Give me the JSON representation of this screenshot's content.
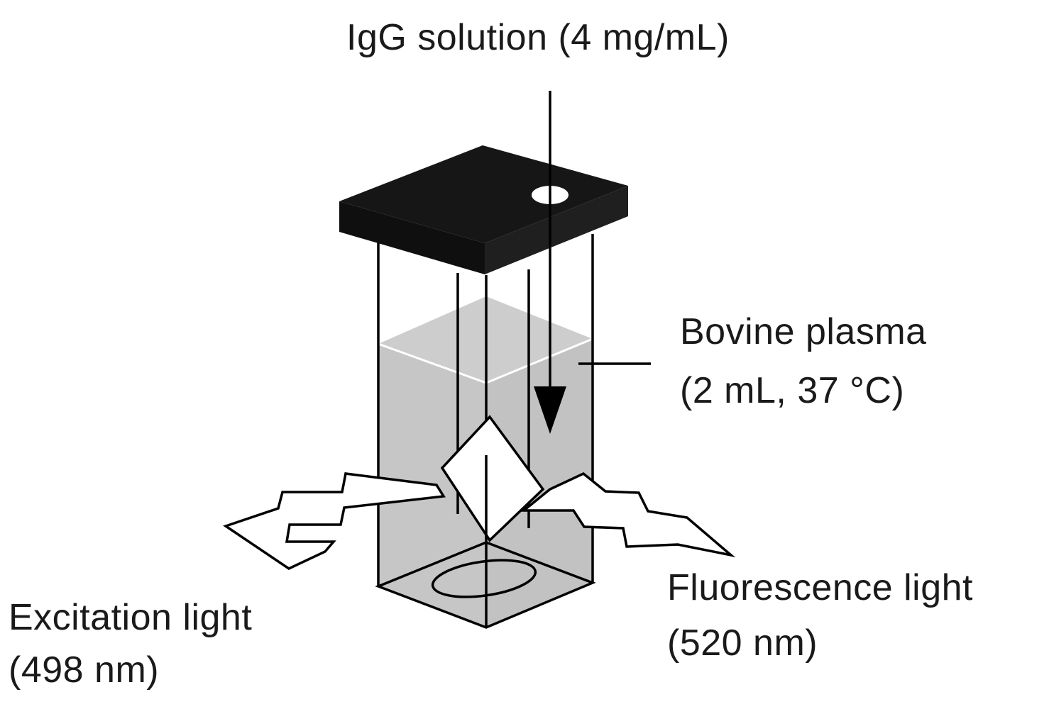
{
  "labels": {
    "input": "IgG solution (4 mg/mL)",
    "sample_line1": "Bovine plasma",
    "sample_line2": "(2 mL, 37 °C)",
    "excitation_line1": "Excitation light",
    "excitation_line2": "(498 nm)",
    "fluorescence_line1": "Fluorescence light",
    "fluorescence_line2": "(520 nm)"
  },
  "colors": {
    "lid": "#161616",
    "liquid": "#c6c6c6",
    "liquid_top": "#cdcdcd",
    "outline": "#000000",
    "light_fill": "#ffffff",
    "background": "#ffffff"
  },
  "icons": {
    "lid": "cuvette-lid",
    "cuvette": "cuvette",
    "excitation": "lightning-bolt",
    "fluorescence": "lightning-bolt",
    "arrow": "arrow-down"
  }
}
